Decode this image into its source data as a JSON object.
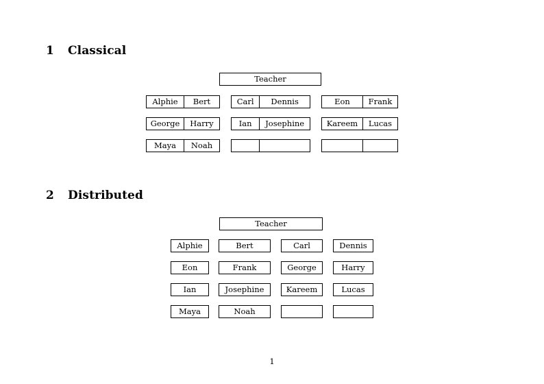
{
  "document": {
    "page_number": "1"
  },
  "sections": [
    {
      "number": "1",
      "title": "Classical",
      "root": {
        "label": "Teacher"
      },
      "groups": [
        {
          "name": "left",
          "rows": [
            {
              "cells": [
                "Alphie",
                "Bert"
              ]
            },
            {
              "cells": [
                "George",
                "Harry"
              ]
            },
            {
              "cells": [
                "Maya",
                "Noah"
              ]
            }
          ]
        },
        {
          "name": "middle",
          "rows": [
            {
              "cells": [
                "Carl",
                "Dennis"
              ]
            },
            {
              "cells": [
                "Ian",
                "Josephine"
              ]
            },
            {
              "cells": [
                "",
                ""
              ]
            }
          ]
        },
        {
          "name": "right",
          "rows": [
            {
              "cells": [
                "Eon",
                "Frank"
              ]
            },
            {
              "cells": [
                "Kareem",
                "Lucas"
              ]
            },
            {
              "cells": [
                "",
                ""
              ]
            }
          ]
        }
      ]
    },
    {
      "number": "2",
      "title": "Distributed",
      "root": {
        "label": "Teacher"
      },
      "rows": [
        {
          "cells": [
            "Alphie",
            "Bert",
            "Carl",
            "Dennis"
          ]
        },
        {
          "cells": [
            "Eon",
            "Frank",
            "George",
            "Harry"
          ]
        },
        {
          "cells": [
            "Ian",
            "Josephine",
            "Kareem",
            "Lucas"
          ]
        },
        {
          "cells": [
            "Maya",
            "Noah",
            "",
            ""
          ]
        }
      ]
    }
  ]
}
